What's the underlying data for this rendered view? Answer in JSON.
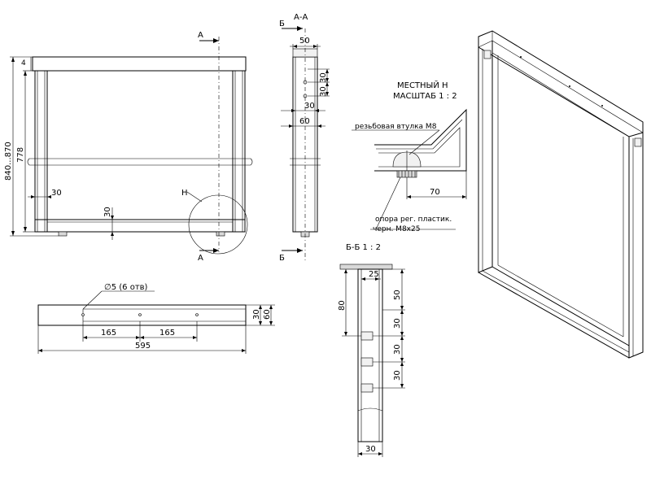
{
  "views": {
    "front": {
      "total_height": "840...870",
      "frame_height": "778",
      "top_gap": "4",
      "tube": "30",
      "bottom_height": "30",
      "detail_mark": "H",
      "section_mark_top": "A",
      "section_mark_bottom": "A"
    },
    "section_aa": {
      "title": "А-А",
      "mark_top": "Б",
      "mark_bottom": "Б",
      "width_50": "50",
      "hole_pitch_1": "30",
      "hole_pitch_2": "30",
      "inner_30": "30",
      "width_60": "60"
    },
    "detail_h": {
      "title": "МЕСТНЫЙ Н",
      "scale": "МАСШТАБ 1 : 2",
      "bushing_label": "резьбовая втулка М8",
      "support_label_1": "опора рег. пластик.",
      "support_label_2": "черн. М8х25",
      "dim_70": "70"
    },
    "top_plate": {
      "holes_label": "∅5 (6 отв)",
      "pitch_1": "165",
      "pitch_2": "165",
      "length": "595",
      "dim_30": "30",
      "dim_60": "60"
    },
    "section_bb": {
      "title": "Б-Б 1 : 2",
      "dim_25": "25",
      "dim_50": "50",
      "dim_80": "80",
      "dim_30a": "30",
      "dim_30b": "30",
      "dim_30c": "30",
      "dim_30d": "30"
    }
  }
}
